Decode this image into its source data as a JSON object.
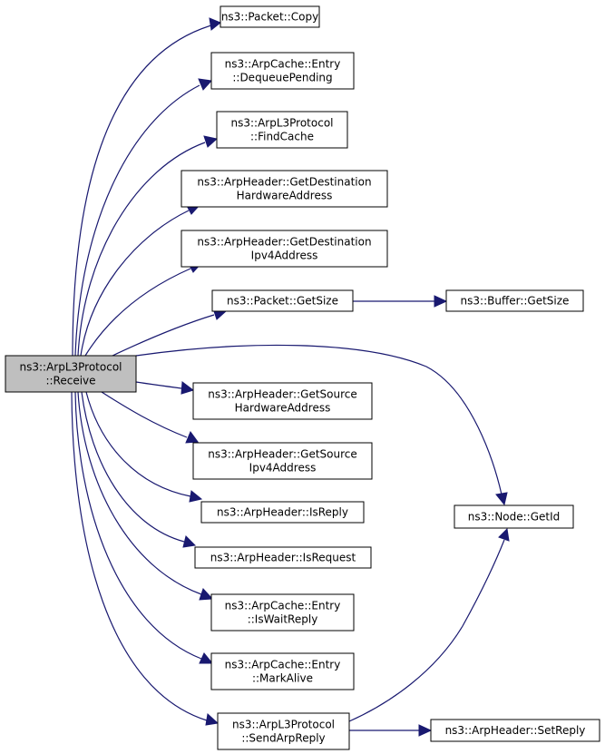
{
  "title": "",
  "colors": {
    "edge": "#191970",
    "node_fill": "#ffffff",
    "focus_fill": "#bfbfbf",
    "node_border": "#000000"
  },
  "nodes": {
    "receive": {
      "lines": [
        "ns3::ArpL3Protocol",
        "::Receive"
      ]
    },
    "packet_copy": {
      "lines": [
        "ns3::Packet::Copy"
      ]
    },
    "dequeue": {
      "lines": [
        "ns3::ArpCache::Entry",
        "::DequeuePending"
      ]
    },
    "findcache": {
      "lines": [
        "ns3::ArpL3Protocol",
        "::FindCache"
      ]
    },
    "getdesthw": {
      "lines": [
        "ns3::ArpHeader::GetDestination",
        "HardwareAddress"
      ]
    },
    "getdestipv4": {
      "lines": [
        "ns3::ArpHeader::GetDestination",
        "Ipv4Address"
      ]
    },
    "packet_getsize": {
      "lines": [
        "ns3::Packet::GetSize"
      ]
    },
    "buffer_getsize": {
      "lines": [
        "ns3::Buffer::GetSize"
      ]
    },
    "getsrchw": {
      "lines": [
        "ns3::ArpHeader::GetSource",
        "HardwareAddress"
      ]
    },
    "getsrcipv4": {
      "lines": [
        "ns3::ArpHeader::GetSource",
        "Ipv4Address"
      ]
    },
    "isreply": {
      "lines": [
        "ns3::ArpHeader::IsReply"
      ]
    },
    "isrequest": {
      "lines": [
        "ns3::ArpHeader::IsRequest"
      ]
    },
    "iswaitreply": {
      "lines": [
        "ns3::ArpCache::Entry",
        "::IsWaitReply"
      ]
    },
    "markalive": {
      "lines": [
        "ns3::ArpCache::Entry",
        "::MarkAlive"
      ]
    },
    "sendarpreply": {
      "lines": [
        "ns3::ArpL3Protocol",
        "::SendArpReply"
      ]
    },
    "node_getid": {
      "lines": [
        "ns3::Node::GetId"
      ]
    },
    "setreply": {
      "lines": [
        "ns3::ArpHeader::SetReply"
      ]
    }
  },
  "edges": [
    [
      "receive",
      "packet_copy"
    ],
    [
      "receive",
      "dequeue"
    ],
    [
      "receive",
      "findcache"
    ],
    [
      "receive",
      "getdesthw"
    ],
    [
      "receive",
      "getdestipv4"
    ],
    [
      "receive",
      "packet_getsize"
    ],
    [
      "receive",
      "node_getid"
    ],
    [
      "receive",
      "getsrchw"
    ],
    [
      "receive",
      "getsrcipv4"
    ],
    [
      "receive",
      "isreply"
    ],
    [
      "receive",
      "isrequest"
    ],
    [
      "receive",
      "iswaitreply"
    ],
    [
      "receive",
      "markalive"
    ],
    [
      "receive",
      "sendarpreply"
    ],
    [
      "packet_getsize",
      "buffer_getsize"
    ],
    [
      "sendarpreply",
      "node_getid"
    ],
    [
      "sendarpreply",
      "setreply"
    ]
  ]
}
